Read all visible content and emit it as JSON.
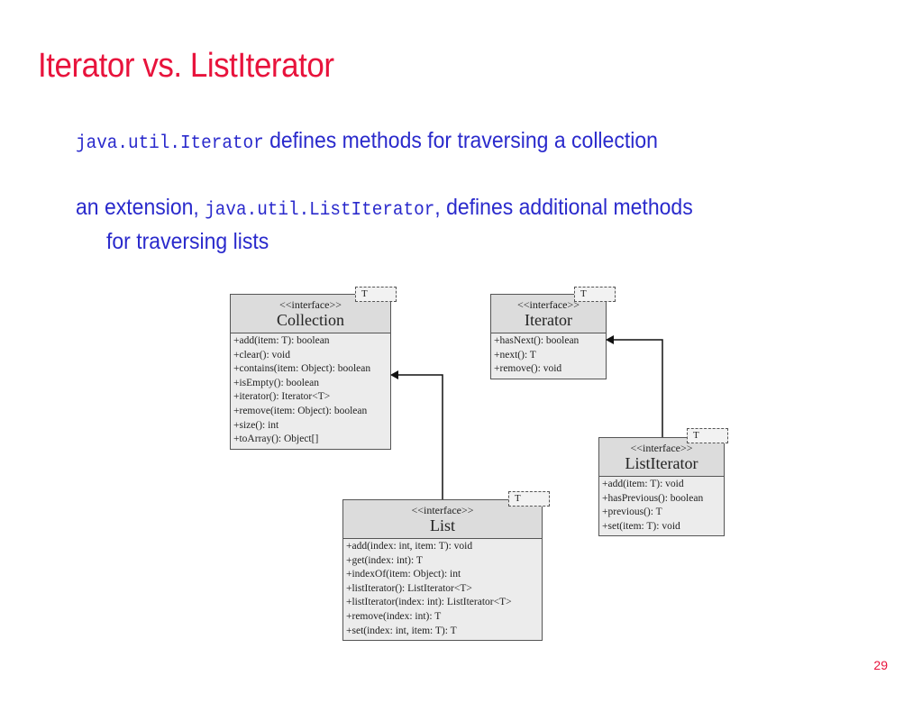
{
  "slide": {
    "title": "Iterator vs. ListIterator",
    "bullet1_code": "java.util.Iterator",
    "bullet1_text": " defines methods for traversing a collection",
    "bullet2_prefix": "an extension, ",
    "bullet2_code": "java.util.ListIterator",
    "bullet2_suffix": ", defines additional methods",
    "bullet2_line2": "for traversing lists",
    "page_number": "29",
    "colors": {
      "title": "#e8133c",
      "body": "#2a2acc"
    }
  },
  "diagram": {
    "collection": {
      "stereotype": "<<interface>>",
      "name": "Collection",
      "type_param": "T",
      "ops": [
        "+add(item: T): boolean",
        "+clear(): void",
        "+contains(item: Object): boolean",
        "+isEmpty(): boolean",
        "+iterator(): Iterator<T>",
        "+remove(item: Object): boolean",
        "+size(): int",
        "+toArray(): Object[]"
      ]
    },
    "iterator": {
      "stereotype": "<<interface>>",
      "name": "Iterator",
      "type_param": "T",
      "ops": [
        "+hasNext(): boolean",
        "+next(): T",
        "+remove(): void"
      ]
    },
    "list": {
      "stereotype": "<<interface>>",
      "name": "List",
      "type_param": "T",
      "ops": [
        "+add(index: int, item: T): void",
        "+get(index: int): T",
        "+indexOf(item: Object): int",
        "+listIterator(): ListIterator<T>",
        "+listIterator(index: int): ListIterator<T>",
        "+remove(index: int): T",
        "+set(index: int, item: T): T"
      ]
    },
    "listiterator": {
      "stereotype": "<<interface>>",
      "name": "ListIterator",
      "type_param": "T",
      "ops": [
        "+add(item: T): void",
        "+hasPrevious(): boolean",
        "+previous(): T",
        "+set(item: T): void"
      ]
    }
  }
}
